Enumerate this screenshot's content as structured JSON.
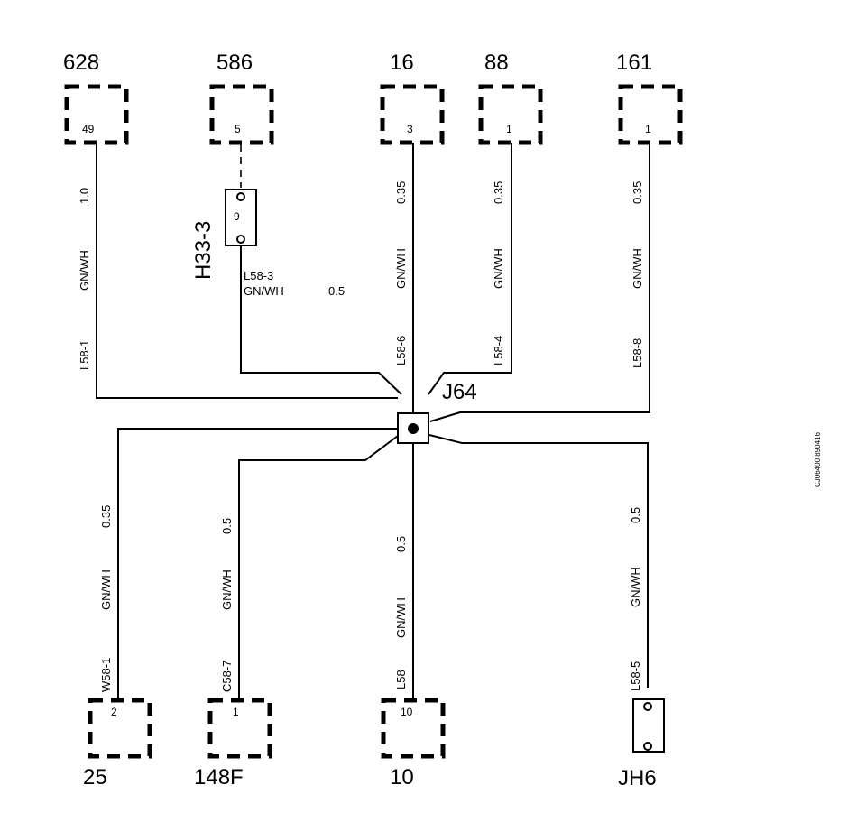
{
  "components": [
    {
      "id": "628",
      "pin": "49"
    },
    {
      "id": "586",
      "pin": "5"
    },
    {
      "id": "16",
      "pin": "3"
    },
    {
      "id": "88",
      "pin": "1"
    },
    {
      "id": "161",
      "pin": "1"
    },
    {
      "id": "25",
      "pin": "2"
    },
    {
      "id": "148F",
      "pin": "1"
    },
    {
      "id": "10",
      "pin": "10"
    }
  ],
  "connector_h33": {
    "name": "H33-3",
    "pin": "9"
  },
  "connector_jh6": {
    "name": "JH6"
  },
  "splice": {
    "name": "J64"
  },
  "wires": {
    "w628": {
      "gauge": "1.0",
      "color": "GN/WH",
      "circuit": "L58-1"
    },
    "wh33": {
      "circuit": "L58-3",
      "color": "GN/WH",
      "gauge": "0.5"
    },
    "w16": {
      "gauge": "0.35",
      "color": "GN/WH",
      "circuit": "L58-6"
    },
    "w88": {
      "gauge": "0.35",
      "color": "GN/WH",
      "circuit": "L58-4"
    },
    "w161": {
      "gauge": "0.35",
      "color": "GN/WH",
      "circuit": "L58-8"
    },
    "w25": {
      "gauge": "0.35",
      "color": "GN/WH",
      "circuit": "W58-1"
    },
    "w148": {
      "gauge": "0.5",
      "color": "GN/WH",
      "circuit": "C58-7"
    },
    "w10": {
      "gauge": "0.5",
      "color": "GN/WH",
      "circuit": "L58"
    },
    "wjh6": {
      "gauge": "0.5",
      "color": "GN/WH",
      "circuit": "L58-5"
    }
  },
  "figure_id": "CJ06400 890416"
}
